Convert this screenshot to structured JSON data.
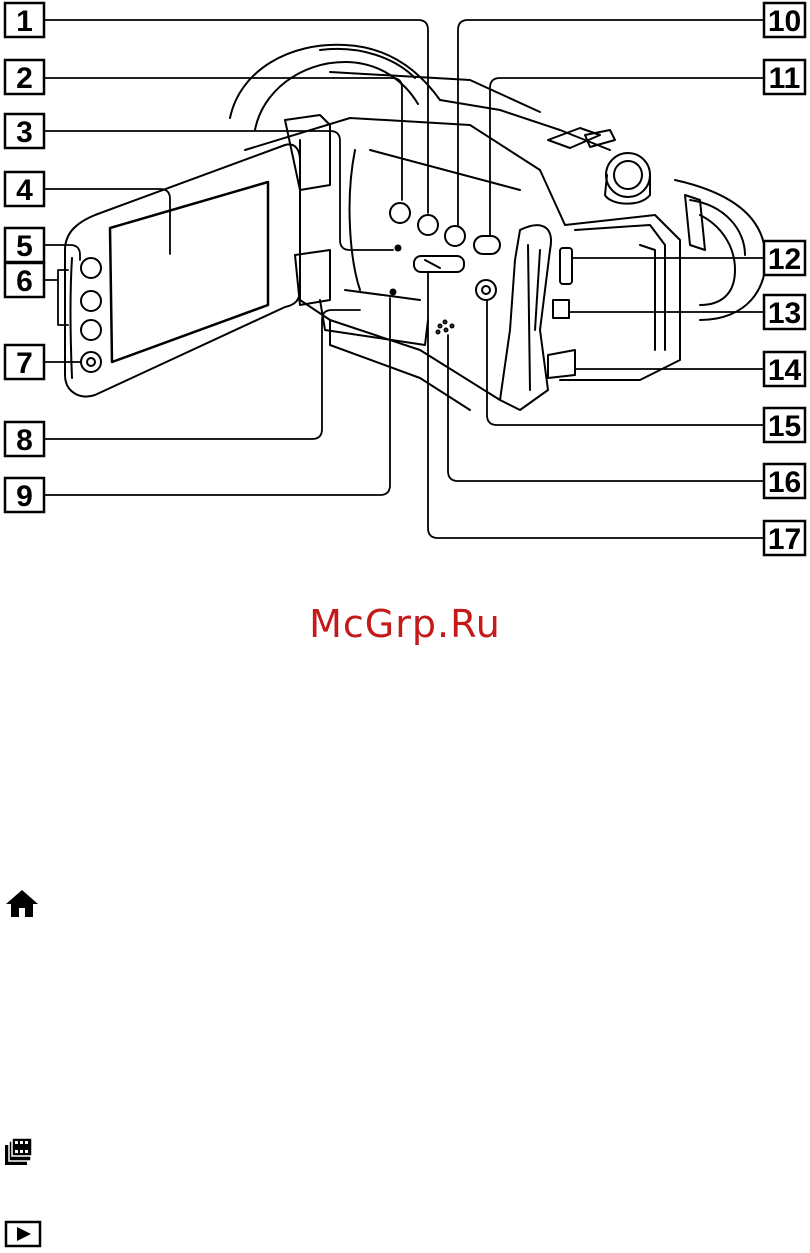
{
  "callouts": {
    "c1": "1",
    "c2": "2",
    "c3": "3",
    "c4": "4",
    "c5": "5",
    "c6": "6",
    "c7": "7",
    "c8": "8",
    "c9": "9",
    "c10": "10",
    "c11": "11",
    "c12": "12",
    "c13": "13",
    "c14": "14",
    "c15": "15",
    "c16": "16",
    "c17": "17"
  },
  "watermark": "McGrp.Ru",
  "margin_icons": [
    "home-icon",
    "film-strip-icon",
    "play-box-icon"
  ],
  "colors": {
    "line": "#000000",
    "watermark": "#c41a1a"
  }
}
